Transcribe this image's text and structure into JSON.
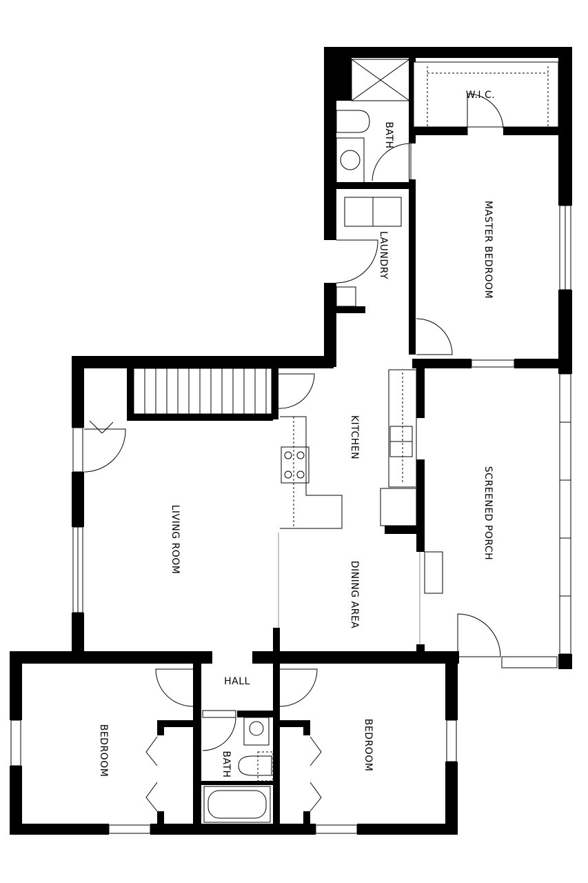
{
  "plan": {
    "rooms": {
      "wic": "W.I.C.",
      "bath_upper": "BATH",
      "laundry": "LAUNDRY",
      "master_bedroom": "MASTER BEDROOM",
      "kitchen": "KITCHEN",
      "living_room": "LIVING ROOM",
      "screened_porch": "SCREENED PORCH",
      "dining_area": "DINING AREA",
      "hall": "HALL",
      "bedroom_left": "BEDROOM",
      "bedroom_right": "BEDROOM",
      "bath_lower": "BATH"
    }
  }
}
